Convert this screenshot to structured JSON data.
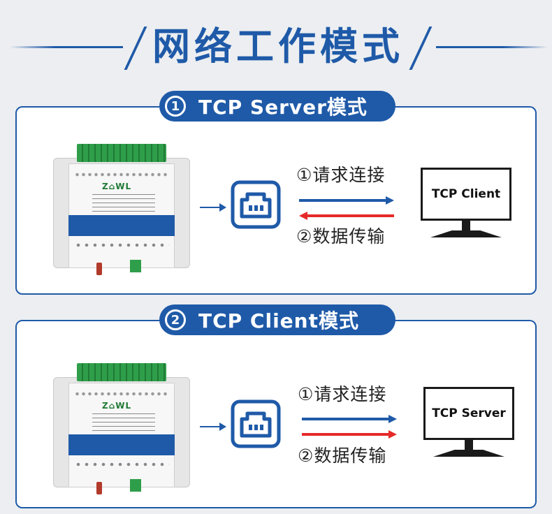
{
  "page": {
    "title": "网络工作模式"
  },
  "colors": {
    "primary": "#1f5aa8",
    "accent_red": "#e52a2a"
  },
  "modes": [
    {
      "number": "1",
      "label": "TCP Server模式",
      "step1": "①请求连接",
      "step2": "②数据传输",
      "remote": "TCP Client"
    },
    {
      "number": "2",
      "label": "TCP Client模式",
      "step1": "①请求连接",
      "step2": "②数据传输",
      "remote": "TCP Server"
    }
  ],
  "icons": {
    "device": "io-module-device",
    "port": "ethernet-port-icon",
    "monitor": "monitor-icon"
  }
}
